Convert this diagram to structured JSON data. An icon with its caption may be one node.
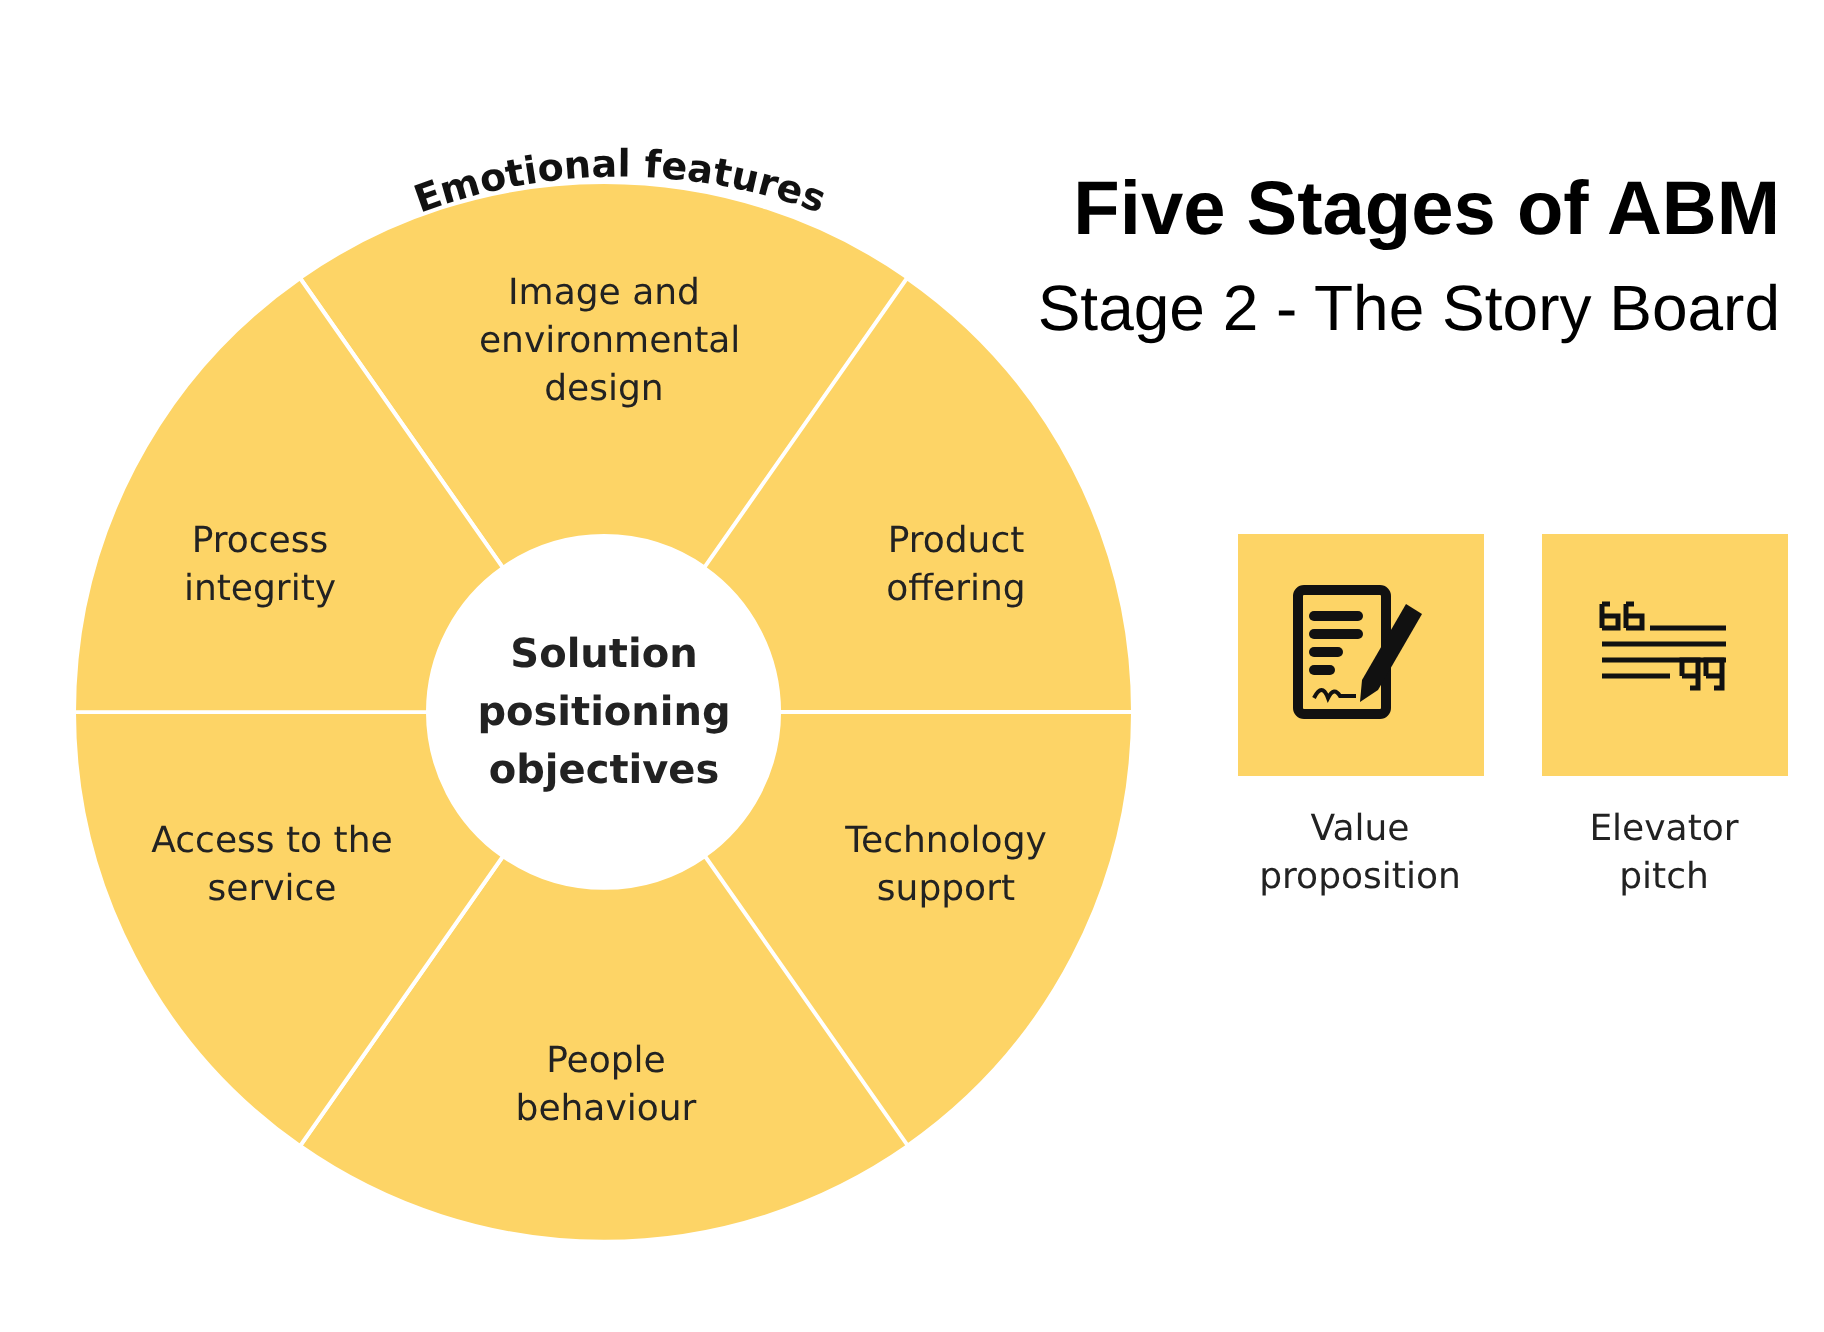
{
  "diagram": {
    "title": "Five Stages of ABM",
    "nodes": [
      {
        "text": [
          "Solution positioning objectives"
        ]
      },
      {
        "text": [
          "Image and environmental design"
        ]
      },
      {
        "text": [
          "Product offering"
        ]
      },
      {
        "text": [
          "Technology support"
        ]
      },
      {
        "text": [
          "People behaviour"
        ]
      },
      {
        "text": [
          "Access to the service"
        ]
      },
      {
        "text": [
          "Process integrity"
        ]
      },
      {
        "text": [
          "Value proposition"
        ]
      },
      {
        "text": [
          "Elevator pitch"
        ]
      }
    ],
    "edges": [],
    "labels": [
      "Emotional features",
      "Stage 2 - The Story Board"
    ]
  }
}
